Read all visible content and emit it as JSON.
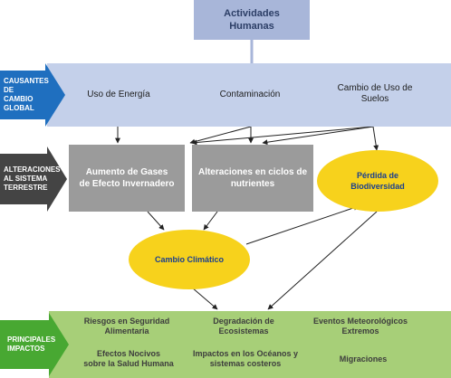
{
  "top": {
    "label_line1": "Actividades",
    "label_line2": "Humanas"
  },
  "causantes": {
    "label_line1": "CAUSANTES DE",
    "label_line2": "CAMBIO GLOBAL",
    "items": [
      {
        "line1": "Uso de Energía",
        "line2": ""
      },
      {
        "line1": "Contaminación",
        "line2": ""
      },
      {
        "line1": "Cambio de Uso de",
        "line2": "Suelos"
      }
    ]
  },
  "alteraciones": {
    "label_line1": "ALTERACIONES",
    "label_line2": "AL SISTEMA",
    "label_line3": "TERRESTRE",
    "box1": {
      "line1": "Aumento de Gases",
      "line2": "de Efecto Invernadero"
    },
    "box2": {
      "line1": "Alteraciones en ciclos de",
      "line2": "nutrientes"
    },
    "ellipse": {
      "line1": "Pérdida de",
      "line2": "Biodiversidad"
    }
  },
  "cambio_climatico": {
    "label": "Cambio Climático"
  },
  "impactos": {
    "label_line1": "PRINCIPALES",
    "label_line2": "IMPACTOS",
    "items": [
      {
        "line1": "Riesgos en Seguridad",
        "line2": "Alimentaria"
      },
      {
        "line1": "Degradación de",
        "line2": "Ecosistemas"
      },
      {
        "line1": "Eventos Meteorológicos",
        "line2": "Extremos"
      },
      {
        "line1": "Efectos Nocivos",
        "line2": "sobre la Salud Humana"
      },
      {
        "line1": "Impactos en los Océanos y",
        "line2": "sistemas costeros"
      },
      {
        "line1": "Migraciones",
        "line2": ""
      }
    ]
  },
  "colors": {
    "top_box": "#a8b6d9",
    "blue_band": "#c4d0ea",
    "blue_chevron": "#1f6fbf",
    "grey_box": "#9b9b9b",
    "dark_chevron": "#444444",
    "yellow": "#f7d21c",
    "green_band": "#a7cf78",
    "green_chevron": "#48a832"
  }
}
